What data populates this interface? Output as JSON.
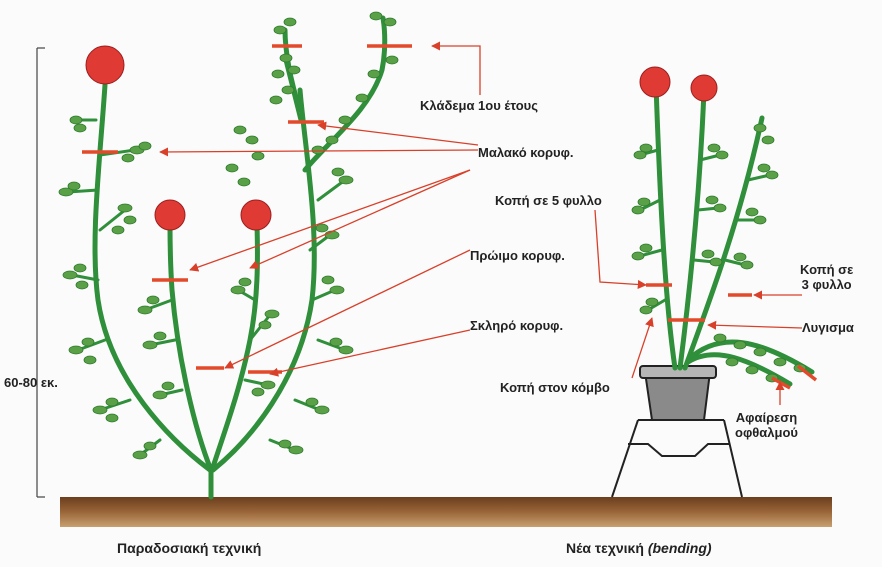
{
  "labels": {
    "first_year_shoot": "Κλάδεμα 1ου έτους",
    "soft_pinch": "Μαλακό κορυφ.",
    "cut_5_leaf": "Κοπή σε 5 φυλλο",
    "early_pinch": "Πρώιμο κορυφ.",
    "cut_3_leaf_line1": "Κοπή σε",
    "cut_3_leaf_line2": "3 φυλλο",
    "bending": "Λυγισμα",
    "hard_pinch": "Σκληρό κορυφ.",
    "cut_at_node": "Κοπή στον κόμβο",
    "bud_removal_line1": "Αφαίρεση",
    "bud_removal_line2": "οφθαλμού",
    "height": "60-80 εκ."
  },
  "captions": {
    "traditional": "Παραδοσιακή τεχνική",
    "new_prefix": "Νέα τεχνική",
    "new_italic": "(bending)"
  },
  "colors": {
    "stem": "#2f8f3a",
    "leaf": "#5aa046",
    "flower": "#e03a35",
    "cut_mark": "#e24a2b",
    "arrow": "#d8402a",
    "soil": "#7a4a25"
  }
}
